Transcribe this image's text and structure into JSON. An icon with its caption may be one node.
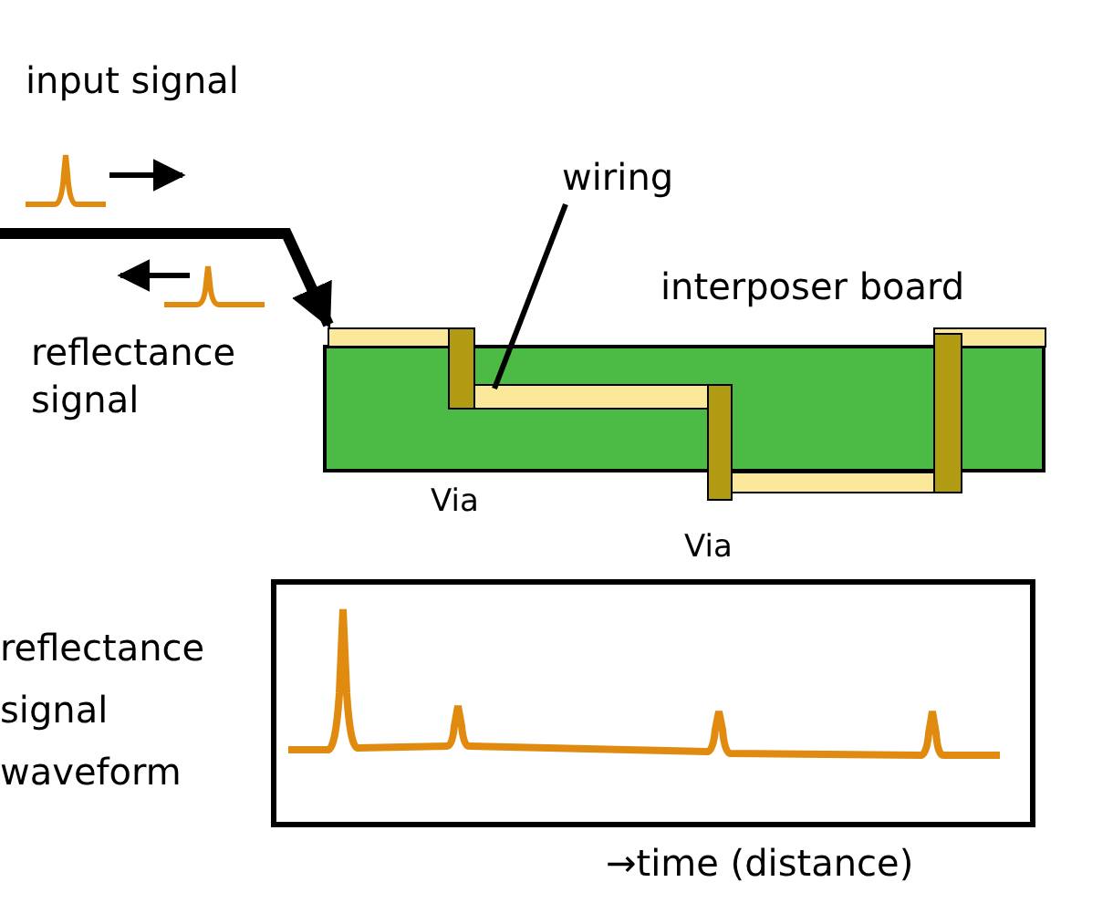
{
  "diagram": {
    "nodes": [
      {
        "text": [
          "wiring"
        ]
      },
      {
        "text": [],
        "shape": "bar"
      },
      {
        "text": [],
        "shape": "bar"
      }
    ],
    "edges": [
      {
        "from": 0,
        "to": 1,
        "arrow": "none"
      },
      {
        "from": null,
        "to": 2,
        "arrow": "to",
        "style": "thick"
      }
    ],
    "labels": [
      "input signal",
      "reflectance signal",
      "interposer board",
      "Via",
      "Via",
      "reflectance signal waveform",
      "→time (distance)"
    ]
  }
}
